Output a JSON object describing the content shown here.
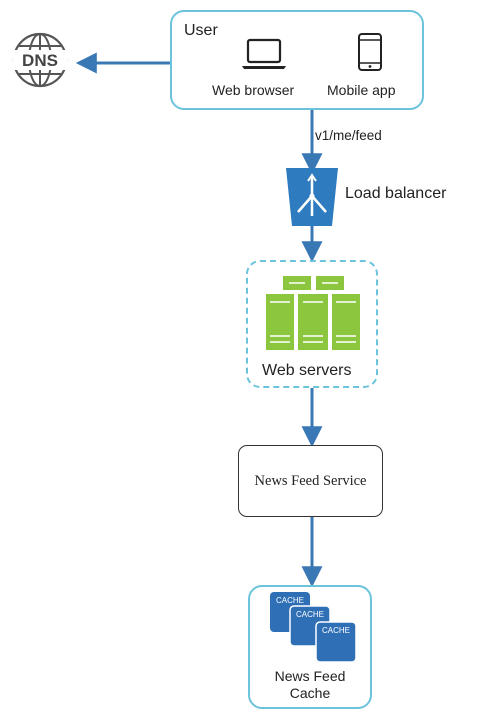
{
  "user": {
    "title": "User",
    "clients": [
      {
        "label": "Web browser",
        "icon": "laptop-icon"
      },
      {
        "label": "Mobile app",
        "icon": "phone-icon"
      }
    ]
  },
  "dns": {
    "label": "DNS",
    "icon": "globe-icon"
  },
  "request": {
    "path": "v1/me/feed"
  },
  "load_balancer": {
    "label": "Load balancer",
    "icon": "load-balancer-icon"
  },
  "web_servers": {
    "label": "Web servers",
    "icon": "server-rack-icon"
  },
  "news_feed_service": {
    "label": "News Feed Service"
  },
  "news_feed_cache": {
    "label_line1": "News Feed",
    "label_line2": "Cache",
    "tiles": [
      "CACHE",
      "CACHE",
      "CACHE"
    ]
  },
  "colors": {
    "accent": "#6cc3dc",
    "arrow": "#3a78b5",
    "server": "#8cc63f",
    "cache": "#2f6fb6",
    "lb": "#2f7bbf"
  }
}
